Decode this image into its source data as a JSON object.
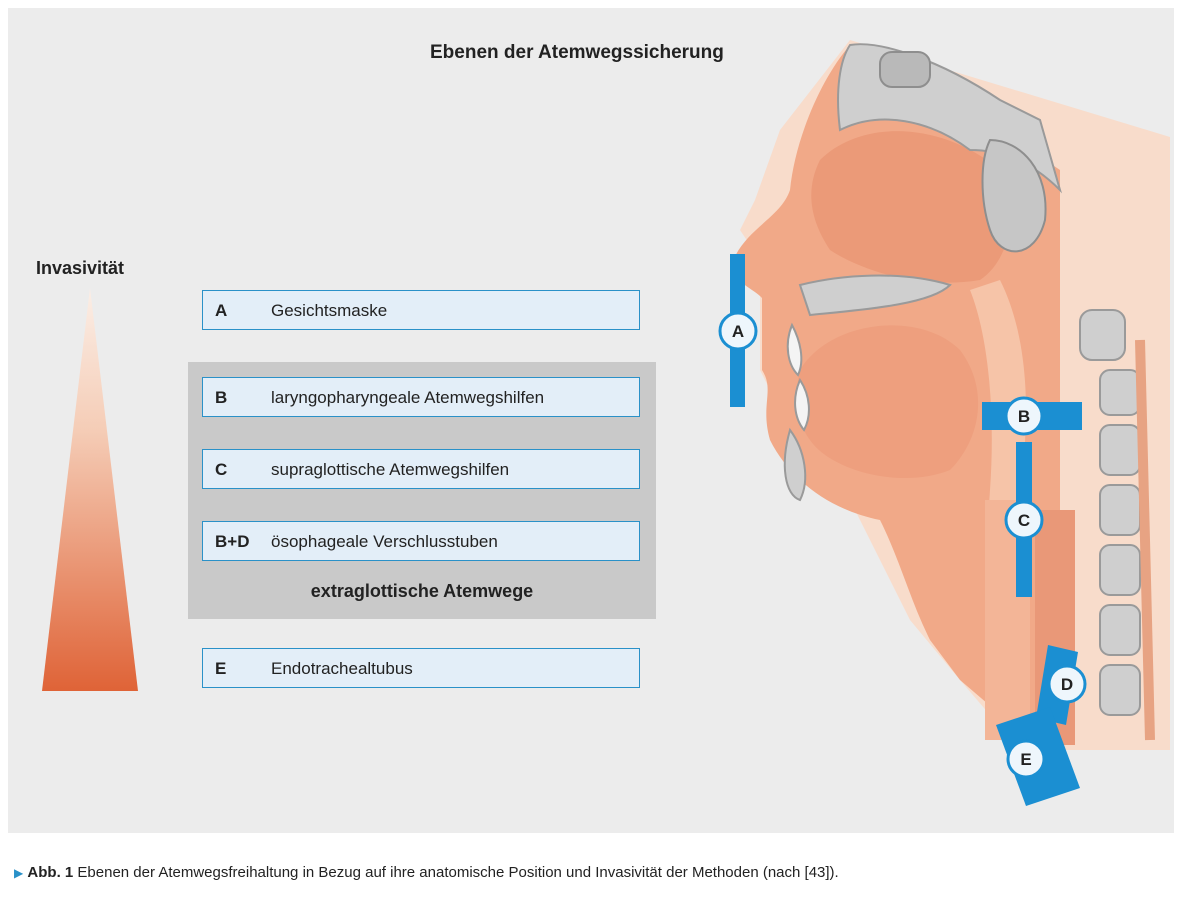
{
  "title": "Ebenen der Atemwegssicherung",
  "invasiveness_label": "Invasivität",
  "levels": [
    {
      "letter": "A",
      "text": "Gesichtsmaske"
    },
    {
      "letter": "B",
      "text": "laryngopharyngeale Atemwegshilfen"
    },
    {
      "letter": "C",
      "text": "supraglottische Atemwegshilfen"
    },
    {
      "letter": "B+D",
      "text": "ösophageale Verschlusstuben"
    },
    {
      "letter": "E",
      "text": "Endotrachealtubus"
    }
  ],
  "group_label": "extraglottische Atemwege",
  "anatomy_markers": [
    "A",
    "B",
    "C",
    "D",
    "E"
  ],
  "caption": {
    "marker": "▶",
    "label": "Abb. 1",
    "text": "Ebenen der Atemwegsfreihaltung in Bezug auf ihre anatomische Position und Invasivität der Methoden (nach [43])."
  },
  "colors": {
    "marker_blue": "#1b8fd2",
    "tissue": "#f1a988",
    "bone": "#cfcfcf",
    "triangle_top": "#f7dccd",
    "triangle_bottom": "#e06a3c"
  }
}
